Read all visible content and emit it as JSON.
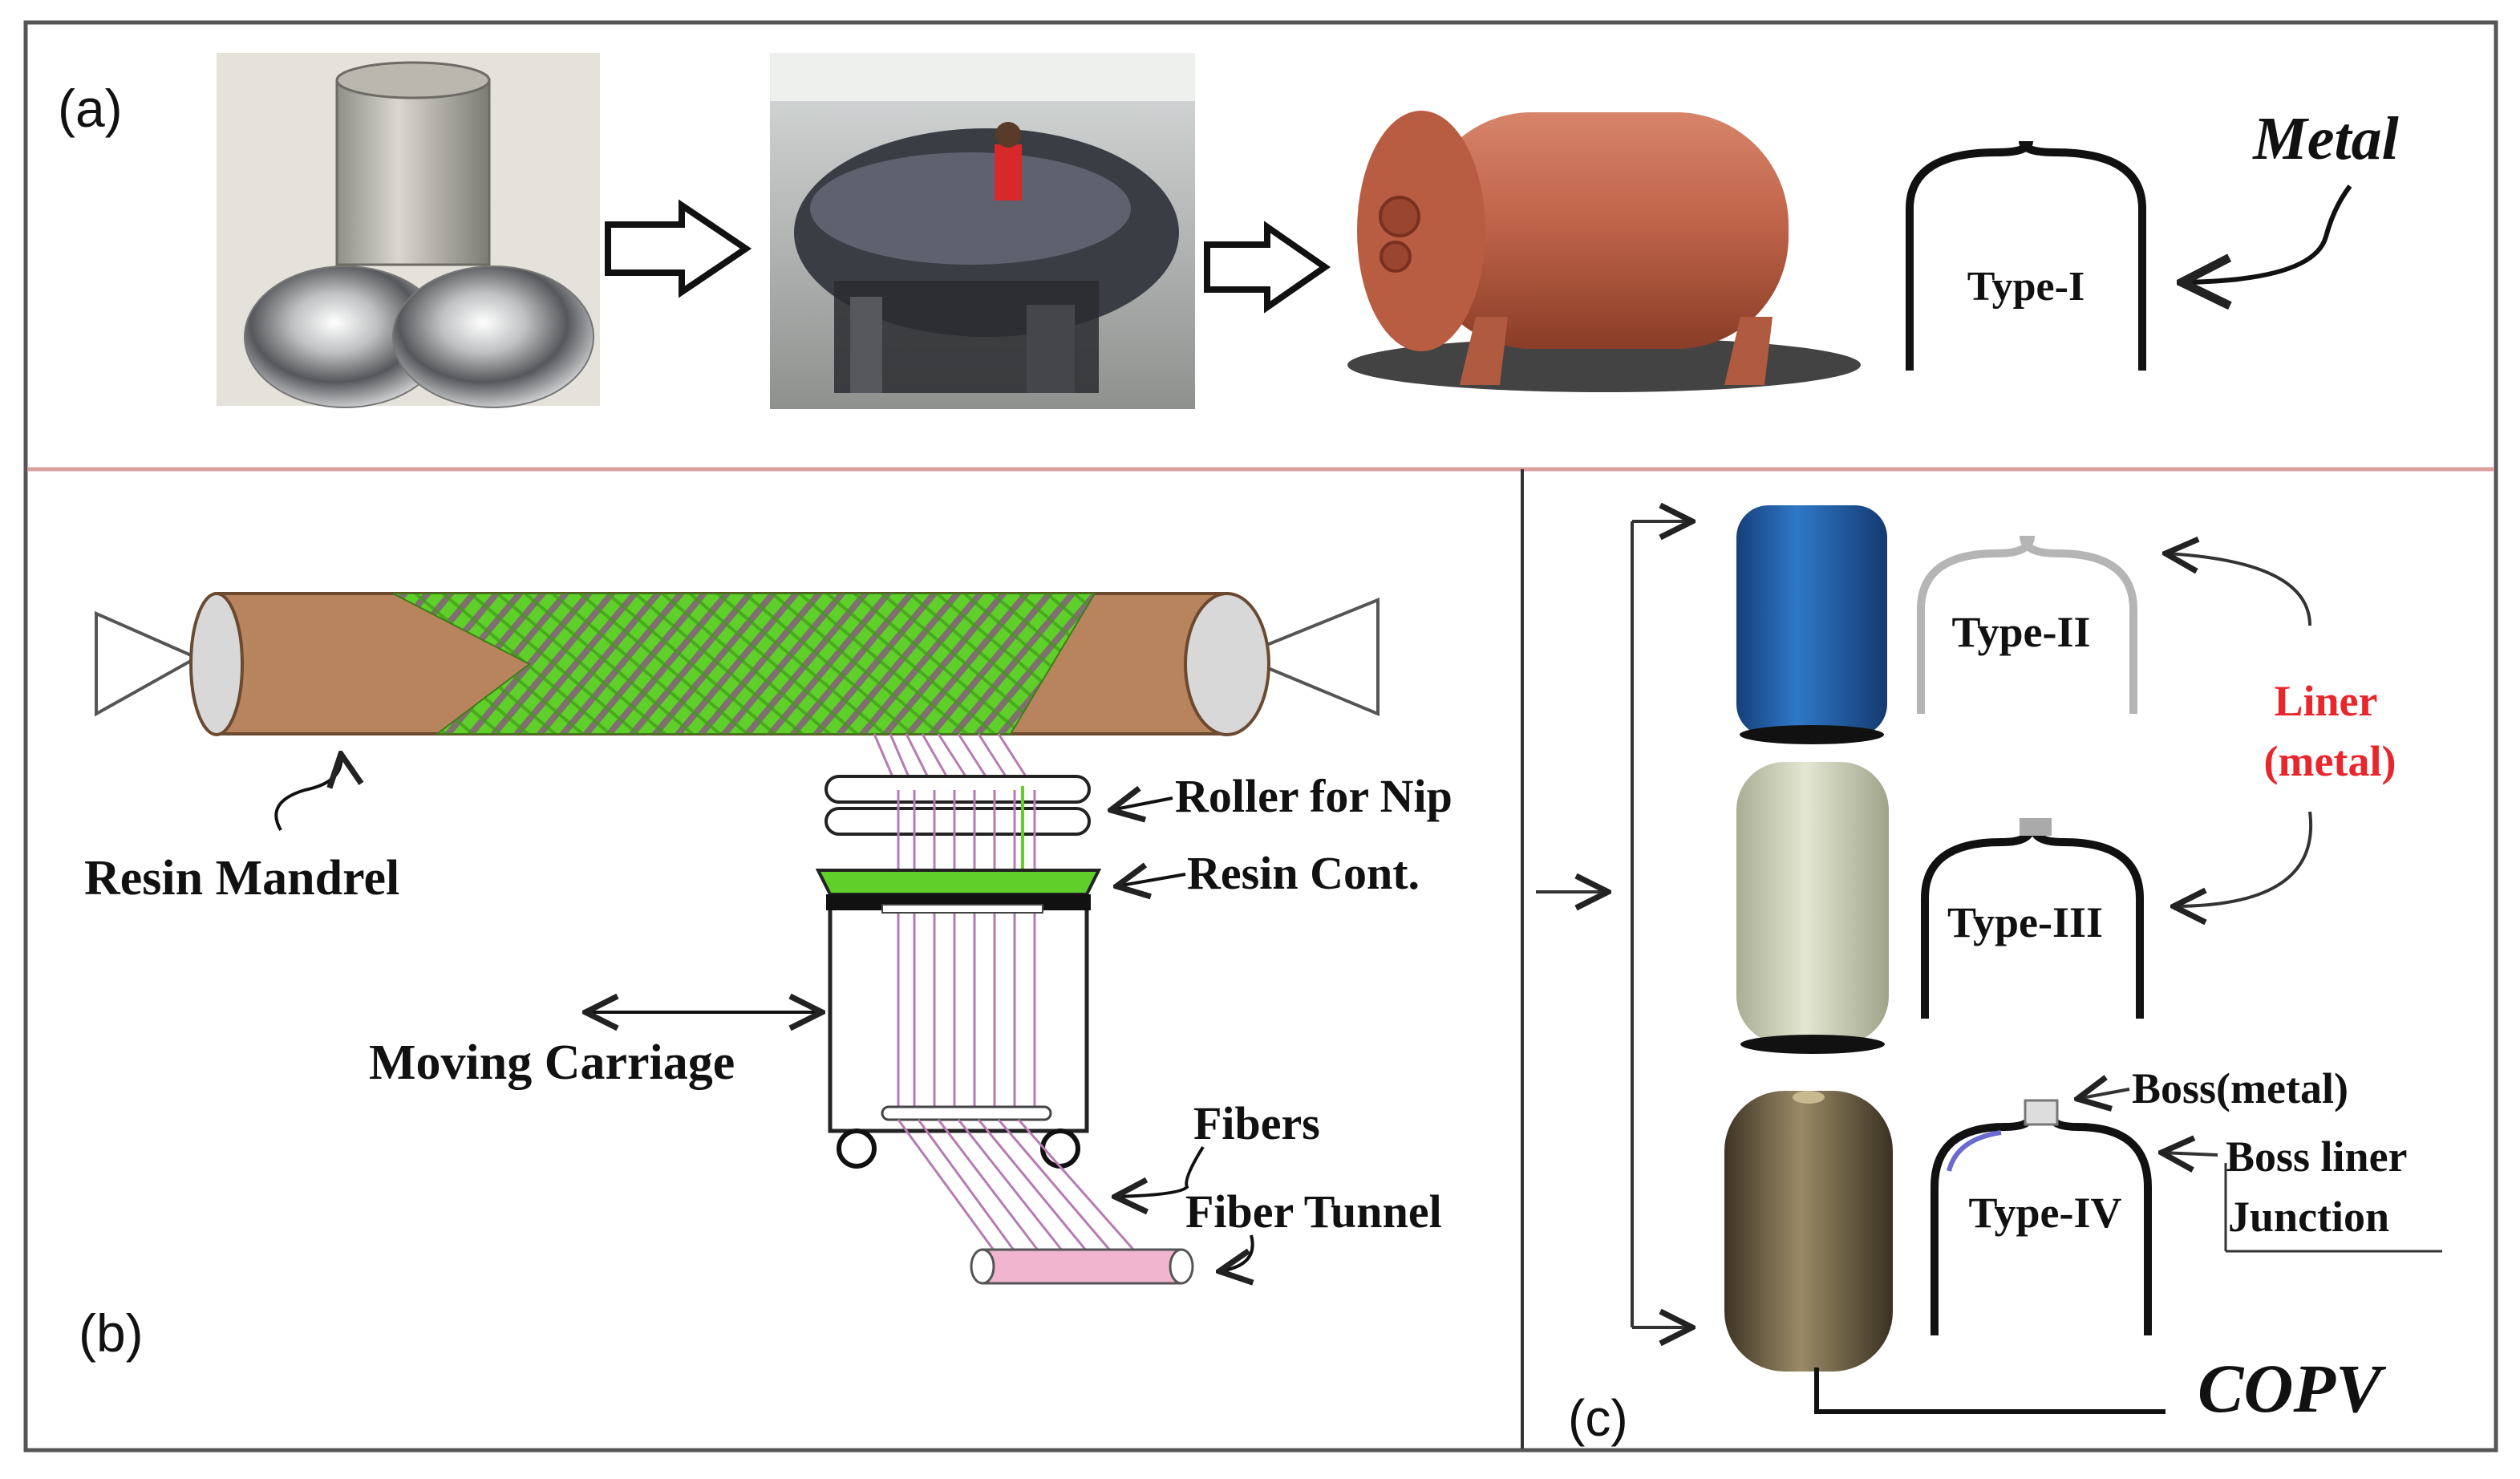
{
  "colors": {
    "frame": "#555555",
    "divider_pink": "#d9a0a0",
    "mandrel_brown": "#b8845e",
    "winding_green": "#5fcf2a",
    "winding_purple": "#8a4f86",
    "fiber_purple": "#b87ab4",
    "tunnel_pink": "#f1b5cf",
    "liner_red": "#e8262b",
    "copper_tank": "#c0654a",
    "blue_tank": "#1f5ea8",
    "cream_tank": "#d9dcc3",
    "bronze_tank": "#6b5c3e"
  },
  "panel_a": {
    "label": "(a)",
    "metal_label": "Metal",
    "type1_label": "Type-I",
    "photos": [
      "steel-shell-and-domes",
      "welded-tank-workshop",
      "finished-copper-tank"
    ]
  },
  "panel_b": {
    "label": "(b)",
    "resin_mandrel": "Resin Mandrel",
    "roller_for_nip": "Roller for Nip",
    "resin_cont": "Resin Cont.",
    "moving_carriage": "Moving Carriage",
    "fibers": "Fibers",
    "fiber_tunnel": "Fiber Tunnel"
  },
  "panel_c": {
    "label": "(c)",
    "type2_label": "Type-II",
    "type3_label": "Type-III",
    "type4_label": "Type-IV",
    "liner_label_1": "Liner",
    "liner_label_2": "(metal)",
    "boss_metal": "Boss(metal)",
    "boss_liner_1": "Boss liner",
    "boss_liner_2": "Junction",
    "copv": "COPV"
  }
}
